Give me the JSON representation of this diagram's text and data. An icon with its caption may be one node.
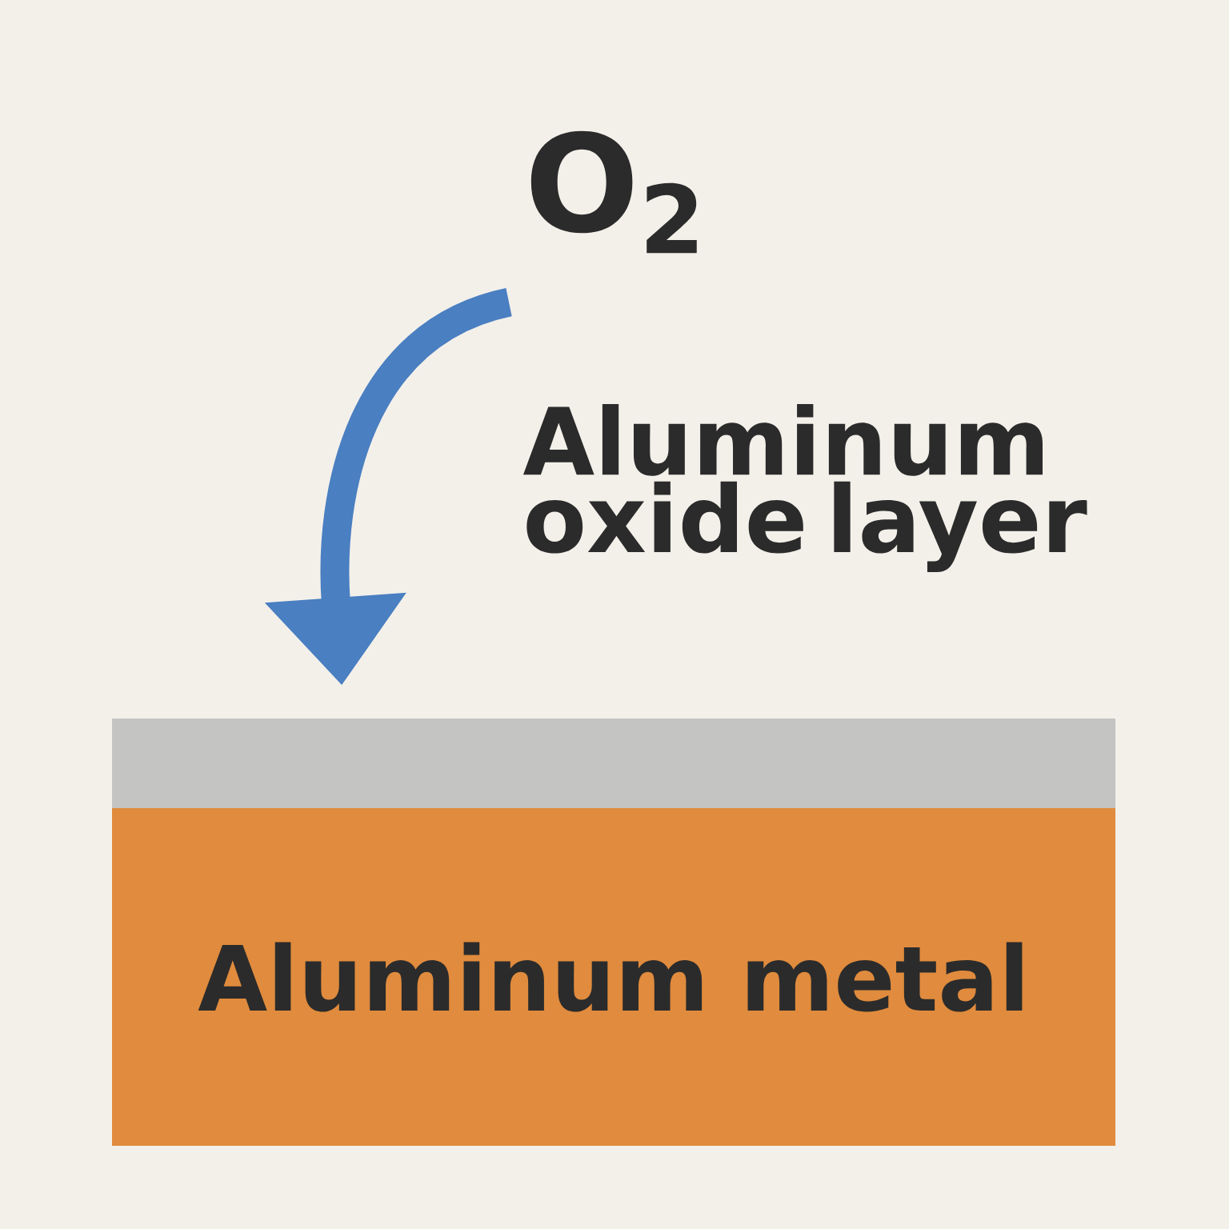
{
  "diagram": {
    "nodes": [
      {
        "text": [
          "O$_{2}$"
        ]
      },
      {
        "text": [],
        "shape": "bar",
        "beside": [
          "Aluminum oxide layer"
        ]
      },
      {
        "text": [
          "Aluminum metal"
        ]
      }
    ],
    "edges": [
      {
        "from": 0,
        "to": 1,
        "arrow": "to",
        "color": "#4a7fc1"
      }
    ]
  }
}
